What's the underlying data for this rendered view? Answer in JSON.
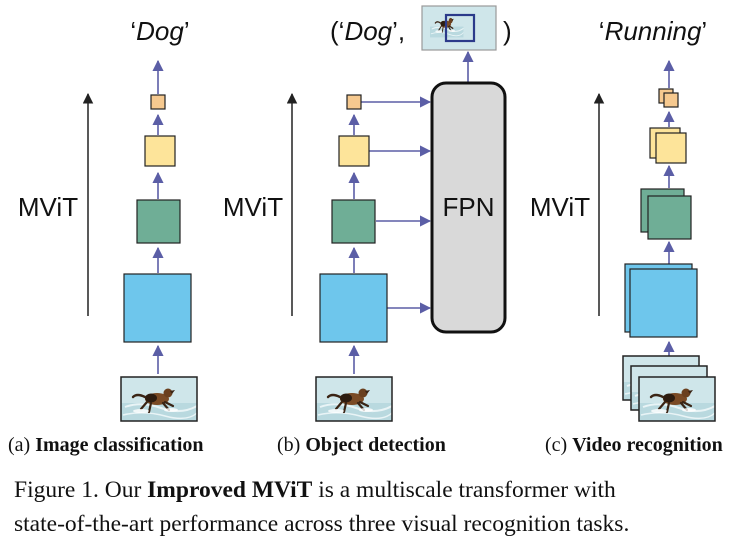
{
  "panels": [
    {
      "label_prefix": "(a)",
      "label_title": "Image classification",
      "output_quote_open": "‘",
      "output_word": "Dog",
      "output_quote_close": "’",
      "side_label": "MViT"
    },
    {
      "label_prefix": "(b)",
      "label_title": "Object detection",
      "output_open": "(‘",
      "output_word": "Dog",
      "output_after": "’,",
      "output_close": ")",
      "side_label": "MViT",
      "fpn_label": "FPN"
    },
    {
      "label_prefix": "(c)",
      "label_title": "Video recognition",
      "output_quote_open": "‘",
      "output_word": "Running",
      "output_quote_close": "’",
      "side_label": "MViT"
    }
  ],
  "caption": {
    "line1_prefix": "Figure 1.  Our ",
    "line1_bold": "Improved MViT",
    "line1_suffix": " is a multiscale transformer with",
    "line2": "state-of-the-art performance across three visual recognition tasks."
  },
  "colors": {
    "arrow": "#5b5ea6",
    "stage1": "#6ec6ec",
    "stage2": "#6fae96",
    "stage3": "#fde49a",
    "stage4": "#f6c98f",
    "fpn_fill": "#d9d9d9",
    "water": "#cfe6ea"
  }
}
